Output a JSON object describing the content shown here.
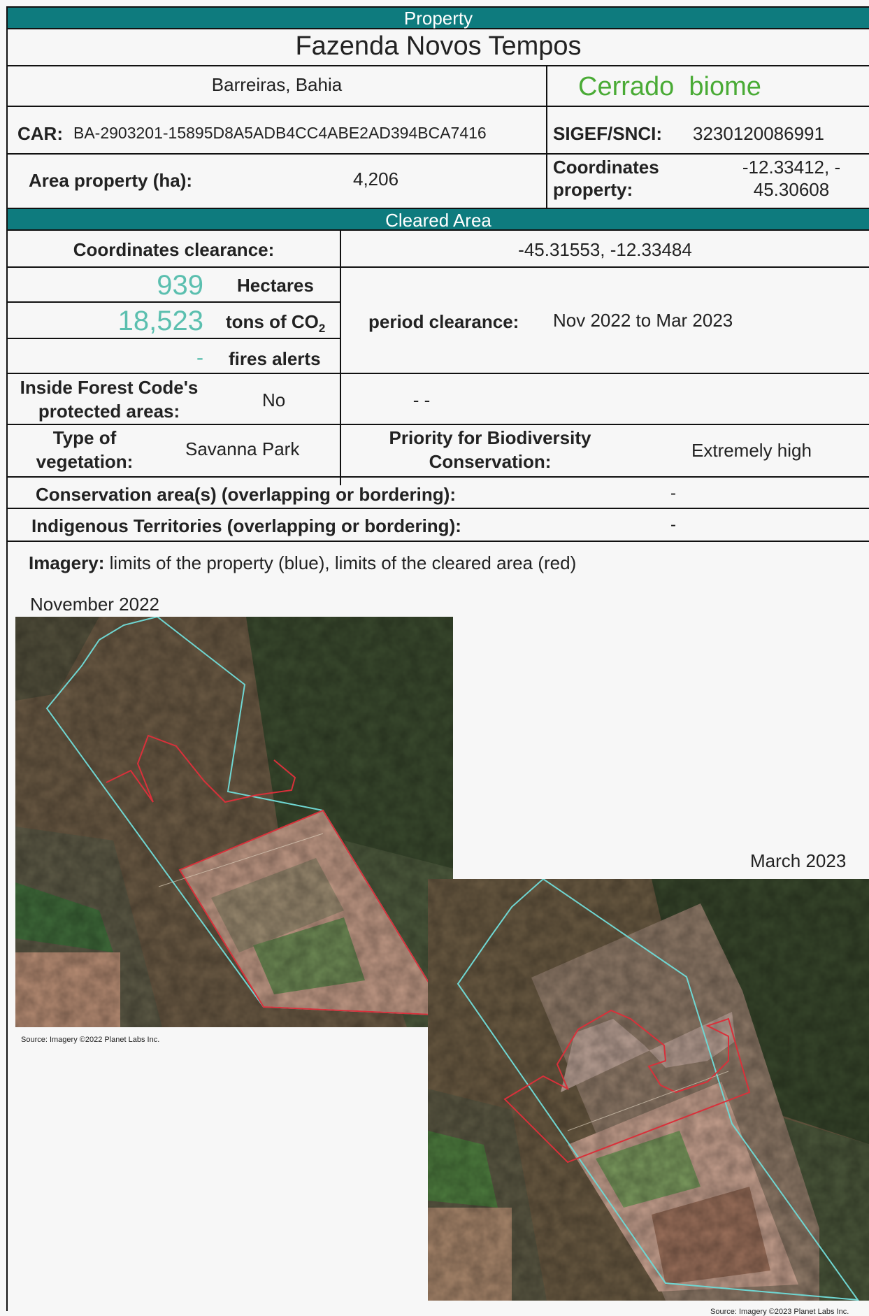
{
  "property": {
    "header": "Property",
    "name": "Fazenda Novos Tempos",
    "location": "Barreiras, Bahia",
    "biome_main": "Cerrado",
    "biome_suffix": "biome",
    "car_label": "CAR:",
    "car_value": "BA-2903201-15895D8A5ADB4CC4ABE2AD394BCA7416",
    "sigef_label": "SIGEF/SNCI:",
    "sigef_value": "3230120086991",
    "area_label": "Area property (ha):",
    "area_value": "4,206",
    "coords_label_1": "Coordinates",
    "coords_label_2": "property:",
    "coords_value_1": "-12.33412, -",
    "coords_value_2": "45.30608"
  },
  "cleared": {
    "header": "Cleared Area",
    "coords_label": "Coordinates clearance:",
    "coords_value": "-45.31553, -12.33484",
    "hectares_value": "939",
    "hectares_label": "Hectares",
    "co2_value": "18,523",
    "co2_label": "tons of CO",
    "co2_sub": "2",
    "fires_value": "-",
    "fires_label": "fires alerts",
    "period_label": "period clearance:",
    "period_value": "Nov 2022 to Mar 2023",
    "forest_code_label_1": "Inside Forest Code's",
    "forest_code_label_2": "protected areas:",
    "forest_code_value": "No",
    "forest_code_detail": "-  -",
    "vegetation_label_1": "Type of",
    "vegetation_label_2": "vegetation:",
    "vegetation_value": "Savanna Park",
    "priority_label_1": "Priority for Biodiversity",
    "priority_label_2": "Conservation:",
    "priority_value": "Extremely high",
    "conservation_label": "Conservation area(s) (overlapping or bordering):",
    "conservation_value": "-",
    "indigenous_label": "Indigenous Territories (overlapping or bordering):",
    "indigenous_value": "-"
  },
  "imagery": {
    "label": "Imagery:",
    "description": "limits of the property (blue), limits of the cleared area (red)",
    "before_title": "November 2022",
    "after_title": "March 2023",
    "before_source": "Source: Imagery ©2022 Planet Labs Inc.",
    "after_source": "Source: Imagery ©2023 Planet Labs Inc."
  },
  "colors": {
    "header_bg": "#0e7b7e",
    "biome": "#4aab36",
    "stat_teal": "#5bbfaf",
    "property_outline": "#6fd6d2",
    "clearing_outline": "#d9303a"
  }
}
